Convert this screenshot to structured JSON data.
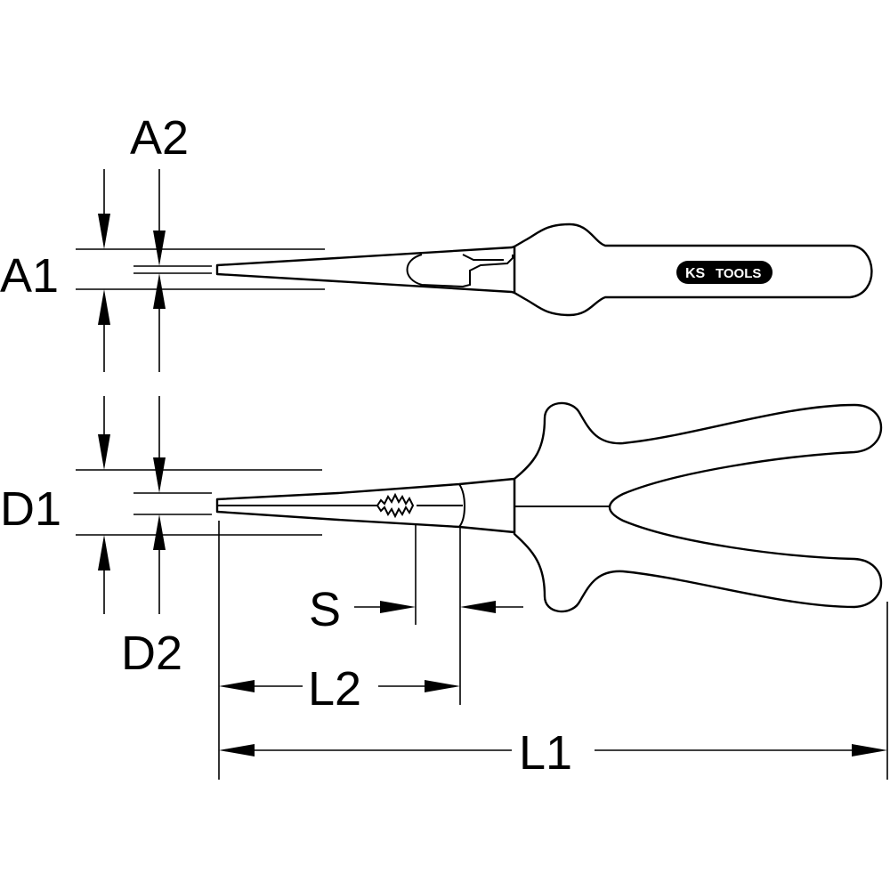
{
  "labels": {
    "a1": "A1",
    "a2": "A2",
    "d1": "D1",
    "d2": "D2",
    "s": "S",
    "l1": "L1",
    "l2": "L2"
  },
  "logo": {
    "ks": "KS",
    "tools": "TOOLS"
  },
  "colors": {
    "line": "#000000",
    "background": "#ffffff"
  }
}
